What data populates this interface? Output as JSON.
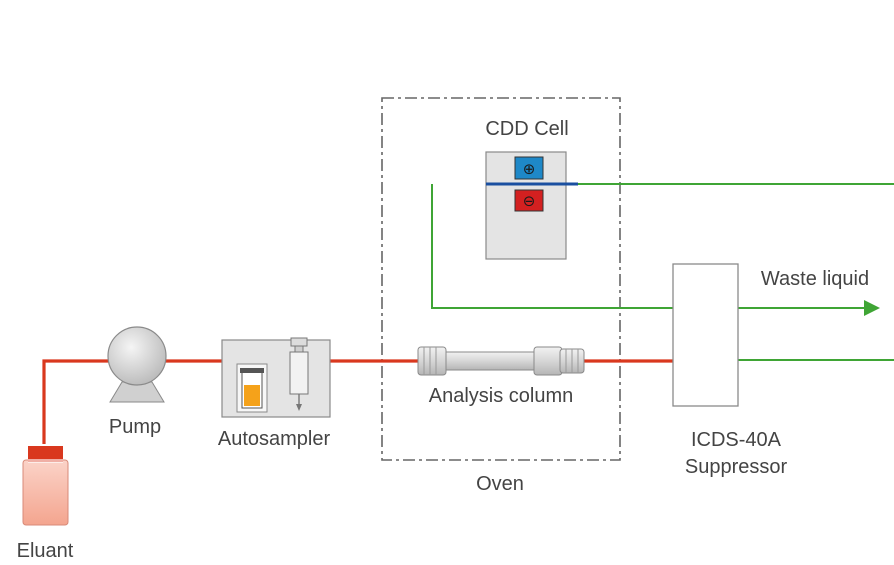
{
  "labels": {
    "eluant": "Eluant",
    "pump": "Pump",
    "autosampler": "Autosampler",
    "cdd_cell": "CDD Cell",
    "analysis_column": "Analysis column",
    "oven": "Oven",
    "suppressor_line1": "ICDS-40A",
    "suppressor_line2": "Suppressor",
    "waste_liquid": "Waste liquid"
  },
  "cell_electrodes": {
    "top_symbol": "⊕",
    "bottom_symbol": "⊖"
  },
  "colors": {
    "red_flow": "#d9381e",
    "green_flow": "#3fa535",
    "blue_electrode": "#1e88c8",
    "red_electrode": "#d32020",
    "dashed_box": "#666666",
    "component_fill": "#e4e4e4",
    "component_stroke": "#8a8a8a",
    "label_text": "#444444"
  }
}
